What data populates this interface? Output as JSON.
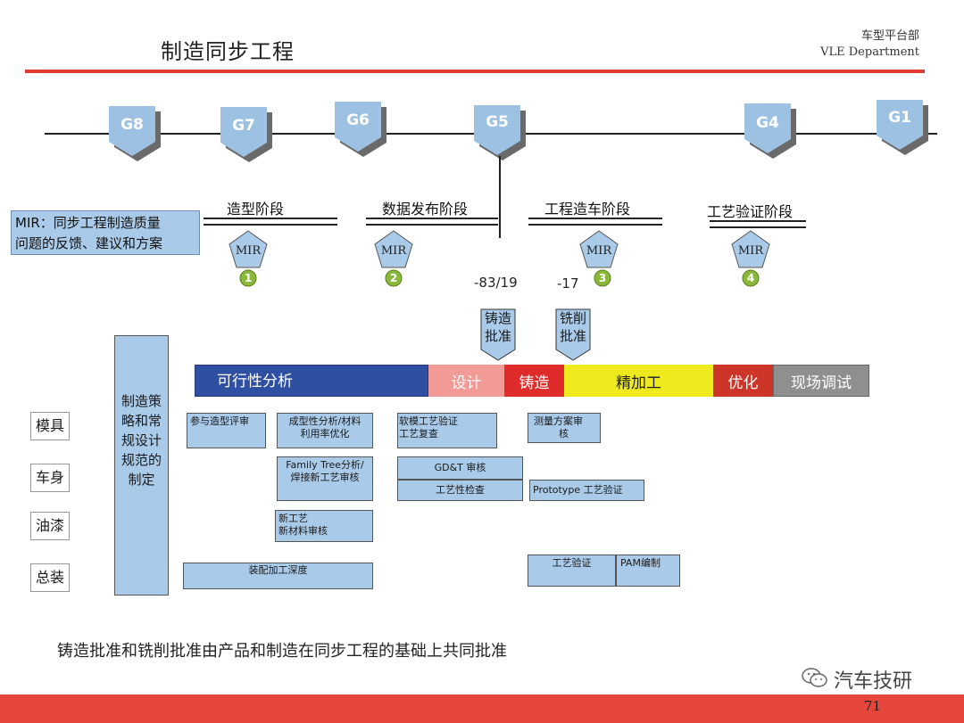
{
  "header": {
    "title": "制造同步工程",
    "dept_cn": "车型平台部",
    "dept_en": "VLE Department"
  },
  "gates": [
    "G8",
    "G7",
    "G6",
    "G5",
    "G4",
    "G1"
  ],
  "phases": [
    "造型阶段",
    "数据发布阶段",
    "工程造车阶段",
    "工艺验证阶段"
  ],
  "mir_note": [
    "MIR：同步工程制造质量",
    "问题的反馈、建议和方案"
  ],
  "mir": {
    "label": "MIR",
    "numbers": [
      "1",
      "2",
      "3",
      "4"
    ]
  },
  "timings": [
    "-83/19",
    "-17"
  ],
  "milestones": [
    [
      "铸造",
      "批准"
    ],
    [
      "铣削",
      "批准"
    ]
  ],
  "bar": [
    "可行性分析",
    "设计",
    "铸造",
    "精加工",
    "优化",
    "现场调试"
  ],
  "strategy": [
    "制造策",
    "略和常",
    "规设计",
    "规范的",
    "制定"
  ],
  "rows": [
    "模具",
    "车身",
    "油漆",
    "总装"
  ],
  "tasks": {
    "review_styling": "参与造型评审",
    "formability": [
      "成型性分析/材料",
      "利用率优化"
    ],
    "soft_tool": [
      "软模工艺验证",
      "工艺复查"
    ],
    "measurement": [
      "测量方案审",
      "核"
    ],
    "family_tree": [
      "Family Tree分析/",
      "焊接新工艺审核"
    ],
    "gdt": "GD&T 审核",
    "process_check": "工艺性检查",
    "prototype": "Prototype 工艺验证",
    "new_process": [
      "新工艺",
      "新材料审核"
    ],
    "assembly_depth": "装配加工深度",
    "process_verify": "工艺验证",
    "pam": "PAM编制"
  },
  "footer": {
    "note": "铸造批准和铣削批准由产品和制造在同步工程的基础上共同批准",
    "brand": "汽车技研",
    "page": "71"
  }
}
